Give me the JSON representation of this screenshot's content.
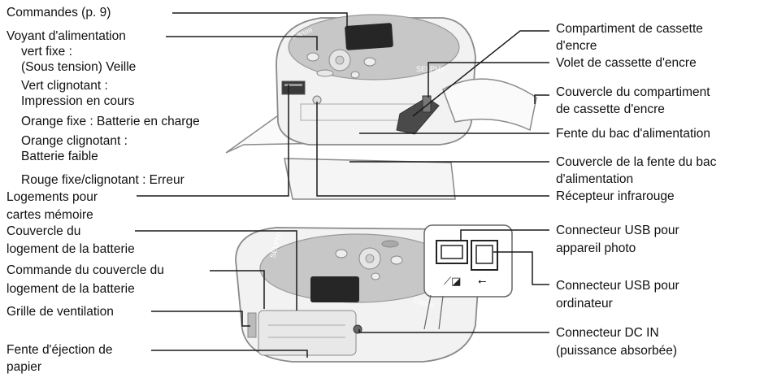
{
  "labels_left": {
    "commandes": "Commandes (p. 9)",
    "voyant_title": "Voyant d'alimentation",
    "vert_fixe": "vert fixe :",
    "sous_tension": "(Sous tension) Veille",
    "vert_clignotant": "Vert clignotant :",
    "impression": "Impression en cours",
    "orange_fixe": "Orange fixe : Batterie en charge",
    "orange_clignotant": "Orange clignotant :",
    "batterie_faible": "Batterie faible",
    "rouge": "Rouge fixe/clignotant : Erreur",
    "logements_1": "Logements pour",
    "logements_2": "cartes mémoire",
    "couvercle_batt_1": "Couvercle du",
    "couvercle_batt_2": "logement de la batterie",
    "commande_couv_1": "Commande du couvercle du",
    "commande_couv_2": "logement de la batterie",
    "grille": "Grille de ventilation",
    "fente_ejection_1": "Fente d'éjection de",
    "fente_ejection_2": "papier"
  },
  "labels_right": {
    "compartiment_1": "Compartiment de cassette",
    "compartiment_2": "d'encre",
    "volet": "Volet de cassette d'encre",
    "couvercle_comp_1": "Couvercle du compartiment",
    "couvercle_comp_2": "de cassette d'encre",
    "fente_bac": "Fente du bac d'alimentation",
    "couvercle_fente_1": "Couvercle de la fente du bac",
    "couvercle_fente_2": "d'alimentation",
    "recepteur": "Récepteur infrarouge",
    "usb_photo_1": "Connecteur USB pour",
    "usb_photo_2": "appareil photo",
    "usb_ordi_1": "Connecteur USB pour",
    "usb_ordi_2": "ordinateur",
    "dc_in_1": "Connecteur DC IN",
    "dc_in_2": "(puissance absorbée)"
  },
  "device_marks": {
    "brand_top": "Canon",
    "model_top": "SELPHY",
    "brand_bottom": "Canon",
    "model_bottom": "SELPHY"
  },
  "colors": {
    "line": "#1a1a1a",
    "body_fill": "#f2f2f2",
    "body_stroke": "#8a8a8a",
    "top_panel": "#c7c7c7",
    "screen": "#262626",
    "dark_part": "#4a4a4a"
  }
}
